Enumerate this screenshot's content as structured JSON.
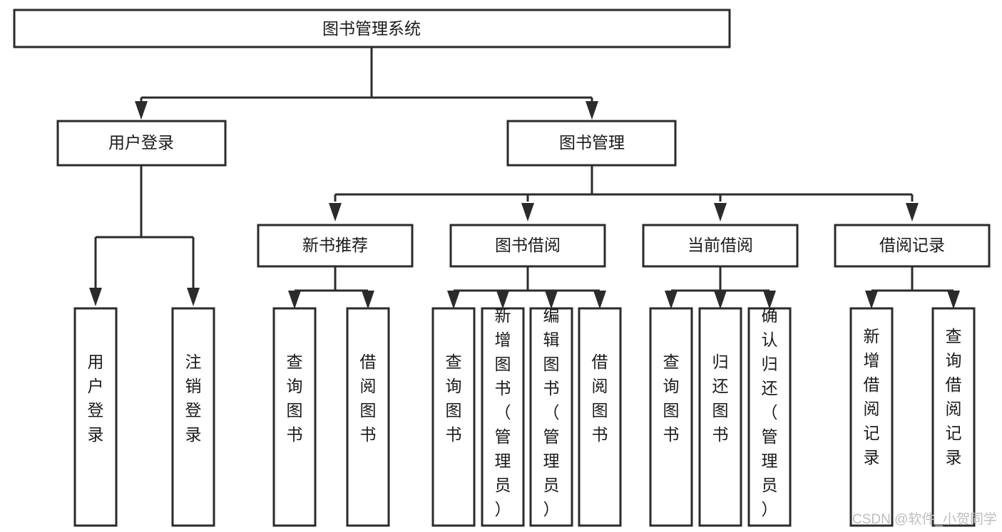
{
  "diagram": {
    "type": "tree",
    "title": "图书管理系统",
    "root": {
      "id": "root",
      "label": "图书管理系统"
    },
    "level2": [
      {
        "id": "user-login",
        "label": "用户登录"
      },
      {
        "id": "book-manage",
        "label": "图书管理"
      }
    ],
    "level3": [
      {
        "id": "new-book-rec",
        "label": "新书推荐",
        "parent": "book-manage"
      },
      {
        "id": "book-borrow",
        "label": "图书借阅",
        "parent": "book-manage"
      },
      {
        "id": "current-borrow",
        "label": "当前借阅",
        "parent": "book-manage"
      },
      {
        "id": "borrow-record",
        "label": "借阅记录",
        "parent": "book-manage"
      }
    ],
    "leaves": {
      "user_login": [
        {
          "id": "leaf-user-login",
          "label": "用户登录"
        },
        {
          "id": "leaf-logout",
          "label": "注销登录"
        }
      ],
      "new_book_rec": [
        {
          "id": "leaf-query-book-1",
          "label": "查询图书"
        },
        {
          "id": "leaf-borrow-book-1",
          "label": "借阅图书"
        }
      ],
      "book_borrow": [
        {
          "id": "leaf-query-book-2",
          "label": "查询图书"
        },
        {
          "id": "leaf-add-book",
          "label": "新增图书（管理员）"
        },
        {
          "id": "leaf-edit-book",
          "label": "编辑图书（管理员）"
        },
        {
          "id": "leaf-borrow-book-2",
          "label": "借阅图书"
        }
      ],
      "current_borrow": [
        {
          "id": "leaf-query-book-3",
          "label": "查询图书"
        },
        {
          "id": "leaf-return-book",
          "label": "归还图书"
        },
        {
          "id": "leaf-confirm-return",
          "label": "确认归还（管理员）"
        }
      ],
      "borrow_record": [
        {
          "id": "leaf-add-record",
          "label": "新增借阅记录"
        },
        {
          "id": "leaf-query-record",
          "label": "查询借阅记录"
        }
      ]
    },
    "colors": {
      "stroke": "#2b2b2b",
      "fill": "#ffffff",
      "text": "#1a1a1a",
      "watermark": "#bdbdbd",
      "background": "#ffffff"
    }
  },
  "watermark": {
    "label": "CSDN @软件_小贺同学"
  }
}
